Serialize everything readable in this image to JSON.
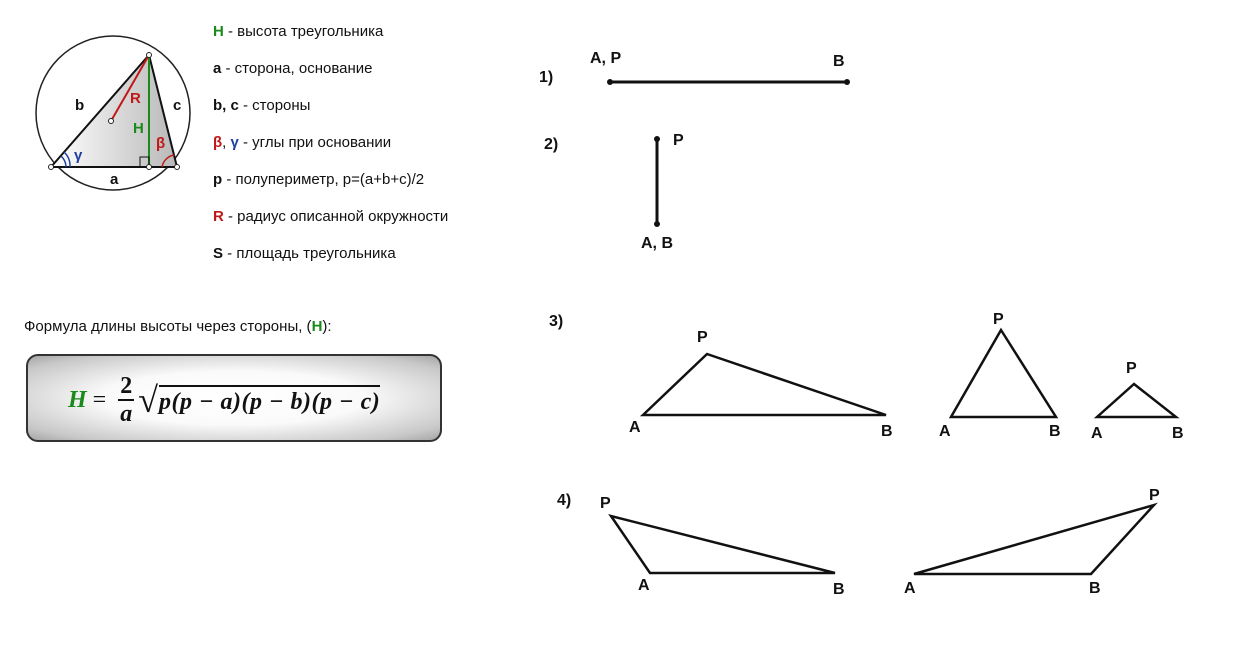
{
  "legend": [
    {
      "symbol": "H",
      "symbol_color": "#1a8a1a",
      "text": " - высота треугольника"
    },
    {
      "symbol": "a",
      "symbol_color": "#111111",
      "text": " - сторона, основание"
    },
    {
      "symbol": "b, c",
      "symbol_color": "#111111",
      "text": " - стороны"
    },
    {
      "symbol": "β",
      "symbol_color": "#c01818",
      "symbol2": "γ",
      "symbol2_color": "#1f3f9f",
      "text": " - углы при основании"
    },
    {
      "symbol": "p",
      "symbol_color": "#111111",
      "text": " - полупериметр, p=(a+b+c)/2"
    },
    {
      "symbol": "R",
      "symbol_color": "#c01818",
      "text": " - радиус описанной окружности"
    },
    {
      "symbol": "S",
      "symbol_color": "#111111",
      "text": " - площадь треугольника"
    }
  ],
  "formula": {
    "caption_prefix": "Формула длины высоты через стороны, (",
    "caption_symbol": "H",
    "caption_suffix": "):",
    "lhs": "H",
    "equals": "=",
    "numerator": "2",
    "denominator": "a",
    "radicand": "p(p − a)(p − b)(p − c)"
  },
  "main_figure": {
    "labels": {
      "a": "a",
      "b": "b",
      "c": "c",
      "R": "R",
      "H": "H",
      "beta": "β",
      "gamma": "γ"
    },
    "colors": {
      "height": "#1a8a1a",
      "radius": "#c01818",
      "beta": "#c01818",
      "gamma": "#1f3f9f"
    }
  },
  "cases": [
    {
      "number": "1)",
      "labels": [
        "A, P",
        "B"
      ]
    },
    {
      "number": "2)",
      "labels": [
        "P",
        "A, B"
      ]
    },
    {
      "number": "3)",
      "labels": [
        "P",
        "A",
        "B",
        "P",
        "A",
        "B",
        "P",
        "A",
        "B"
      ]
    },
    {
      "number": "4)",
      "labels": [
        "P",
        "A",
        "B",
        "P",
        "A",
        "B"
      ]
    }
  ]
}
